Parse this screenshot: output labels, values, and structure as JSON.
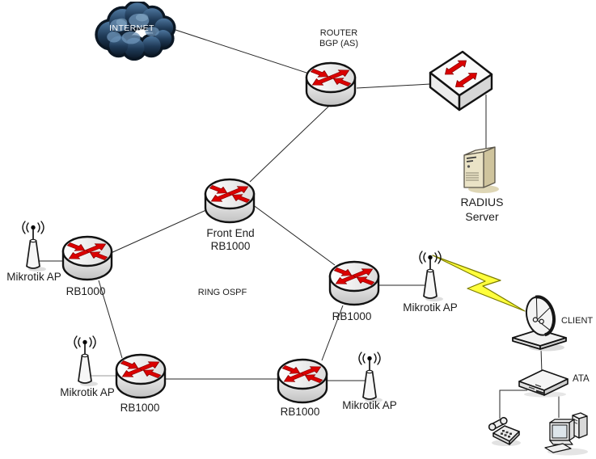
{
  "diagram_type": "network-topology",
  "annotations": {
    "ring": "RING OSPF"
  },
  "nodes": [
    {
      "id": "internet",
      "type": "cloud",
      "label": [
        "INTERNET"
      ]
    },
    {
      "id": "bgp-router",
      "type": "router",
      "label": [
        "ROUTER",
        "BGP (AS)"
      ]
    },
    {
      "id": "core-switch",
      "type": "switch",
      "label": []
    },
    {
      "id": "radius-server",
      "type": "server",
      "label": [
        "RADIUS",
        "Server"
      ]
    },
    {
      "id": "front-end-router",
      "type": "router",
      "label": [
        "Front End",
        "RB1000"
      ]
    },
    {
      "id": "rb-left",
      "type": "router",
      "label": [
        "RB1000"
      ]
    },
    {
      "id": "ap-left",
      "type": "access-point",
      "label": [
        "Mikrotik AP"
      ]
    },
    {
      "id": "rb-right",
      "type": "router",
      "label": [
        "RB1000"
      ]
    },
    {
      "id": "ap-right",
      "type": "access-point",
      "label": [
        "Mikrotik AP"
      ]
    },
    {
      "id": "rb-bottom-left",
      "type": "router",
      "label": [
        "RB1000"
      ]
    },
    {
      "id": "ap-bottom-left",
      "type": "access-point",
      "label": [
        "Mikrotik AP"
      ]
    },
    {
      "id": "rb-bottom-mid",
      "type": "router",
      "label": [
        "RB1000"
      ]
    },
    {
      "id": "ap-bottom",
      "type": "access-point",
      "label": [
        "Mikrotik AP"
      ]
    },
    {
      "id": "client-dish",
      "type": "satellite-dish",
      "label": [
        "CLIENT"
      ]
    },
    {
      "id": "ata",
      "type": "ata-adapter",
      "label": [
        "ATA"
      ]
    },
    {
      "id": "phone",
      "type": "telephone",
      "label": []
    },
    {
      "id": "pc",
      "type": "computer",
      "label": []
    }
  ],
  "edges": [
    {
      "from": "internet",
      "to": "bgp-router",
      "type": "wired"
    },
    {
      "from": "bgp-router",
      "to": "core-switch",
      "type": "wired"
    },
    {
      "from": "core-switch",
      "to": "radius-server",
      "type": "wired"
    },
    {
      "from": "bgp-router",
      "to": "front-end-router",
      "type": "wired"
    },
    {
      "from": "front-end-router",
      "to": "rb-left",
      "type": "wired"
    },
    {
      "from": "front-end-router",
      "to": "rb-right",
      "type": "wired"
    },
    {
      "from": "rb-left",
      "to": "rb-bottom-left",
      "type": "wired"
    },
    {
      "from": "rb-bottom-left",
      "to": "rb-bottom-mid",
      "type": "wired"
    },
    {
      "from": "rb-bottom-mid",
      "to": "rb-right",
      "type": "wired"
    },
    {
      "from": "ap-left",
      "to": "rb-left",
      "type": "wired"
    },
    {
      "from": "ap-bottom-left",
      "to": "rb-bottom-left",
      "type": "wired"
    },
    {
      "from": "rb-bottom-mid",
      "to": "ap-bottom",
      "type": "wired"
    },
    {
      "from": "rb-right",
      "to": "ap-right",
      "type": "wired"
    },
    {
      "from": "ap-right",
      "to": "client-dish",
      "type": "wireless"
    },
    {
      "from": "client-dish",
      "to": "ata",
      "type": "wired"
    },
    {
      "from": "ata",
      "to": "phone",
      "type": "wired"
    },
    {
      "from": "ata",
      "to": "pc",
      "type": "wired"
    }
  ],
  "colors": {
    "background": "#ffffff",
    "cloud_blue": "#2e4f72",
    "arrow_red": "#db0000",
    "bolt_yellow": "#ffff3c",
    "server_beige": "#eae3c6",
    "line_black": "#262626",
    "label_text": "#1c1c1c",
    "internet_text": "#ffffff"
  }
}
